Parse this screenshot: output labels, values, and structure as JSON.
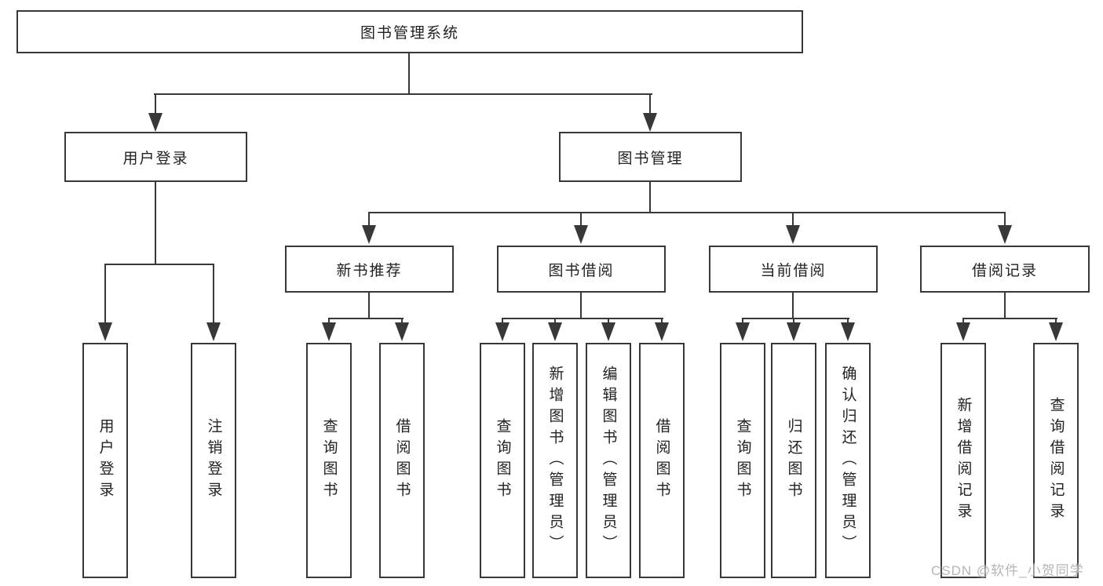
{
  "diagram": {
    "root": {
      "label": "图书管理系统"
    },
    "branches": [
      {
        "label": "用户登录",
        "children": [
          {
            "label": "用户登录"
          },
          {
            "label": "注销登录"
          }
        ]
      },
      {
        "label": "图书管理",
        "children": [
          {
            "label": "新书推荐",
            "children": [
              {
                "label": "查询图书"
              },
              {
                "label": "借阅图书"
              }
            ]
          },
          {
            "label": "图书借阅",
            "children": [
              {
                "label": "查询图书"
              },
              {
                "label": "新增图书（管理员）"
              },
              {
                "label": "编辑图书（管理员）"
              },
              {
                "label": "借阅图书"
              }
            ]
          },
          {
            "label": "当前借阅",
            "children": [
              {
                "label": "查询图书"
              },
              {
                "label": "归还图书"
              },
              {
                "label": "确认归还（管理员）"
              }
            ]
          },
          {
            "label": "借阅记录",
            "children": [
              {
                "label": "新增借阅记录"
              },
              {
                "label": "查询借阅记录"
              }
            ]
          }
        ]
      }
    ]
  },
  "watermark": {
    "text": "CSDN @软件_小贺同学"
  },
  "colors": {
    "line": "#383838",
    "text": "#222222",
    "background": "#ffffff",
    "watermark": "#b5b5b5"
  }
}
